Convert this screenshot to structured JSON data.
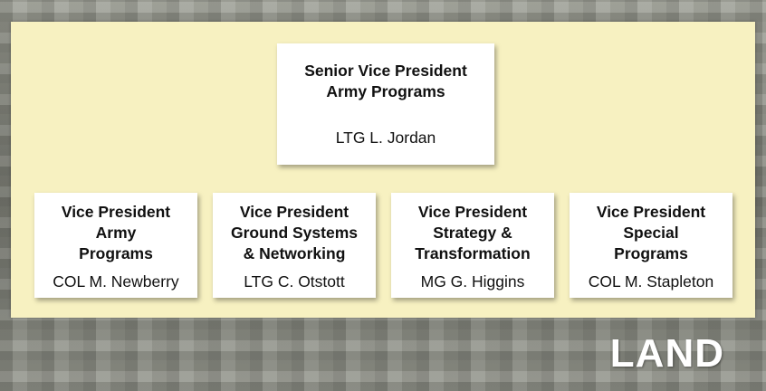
{
  "top": {
    "title_line1": "Senior Vice President",
    "title_line2": "Army Programs",
    "name": "LTG L. Jordan"
  },
  "vps": [
    {
      "lines": [
        "Vice President",
        "Army",
        "Programs"
      ],
      "name": "COL M. Newberry"
    },
    {
      "lines": [
        "Vice President",
        "Ground Systems",
        "& Networking"
      ],
      "name": "LTG C. Otstott"
    },
    {
      "lines": [
        "Vice President",
        "Strategy &",
        "Transformation"
      ],
      "name": "MG G. Higgins"
    },
    {
      "lines": [
        "Vice President",
        "Special",
        "Programs"
      ],
      "name": "COL M. Stapleton"
    }
  ],
  "footer": {
    "logo": "LAND"
  }
}
